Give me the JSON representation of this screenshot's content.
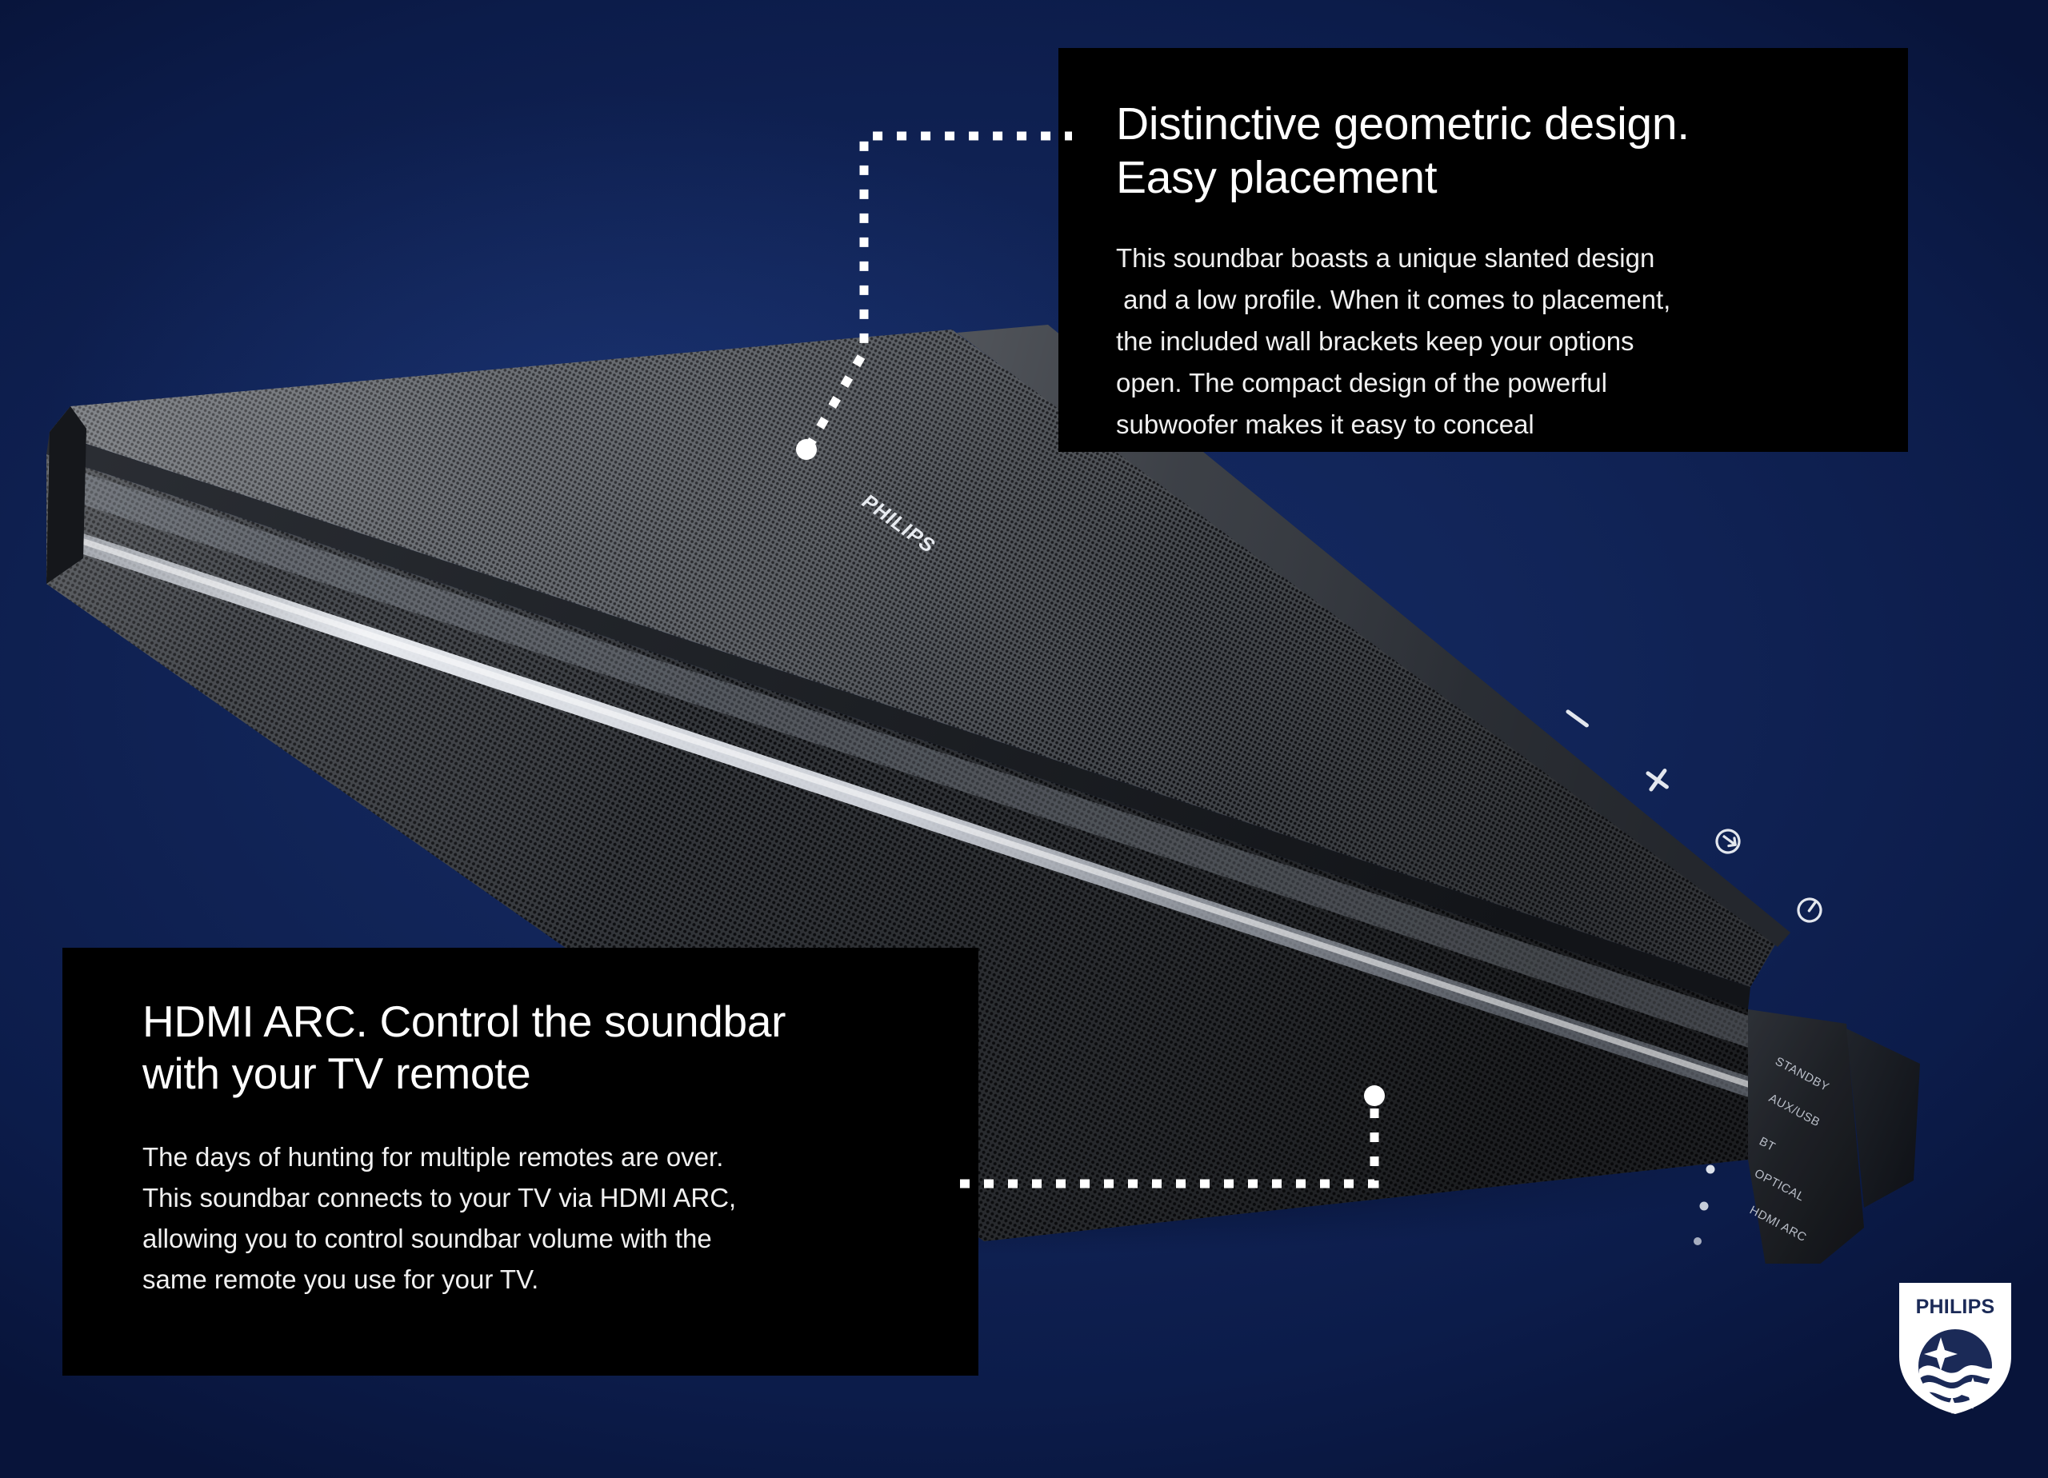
{
  "theme": {
    "background_navy": "#0e2055",
    "panel_black": "#000000",
    "text_white": "#ffffff",
    "leader_dot_white": "#ffffff",
    "logo_shield_white": "#ffffff",
    "logo_emblem_navy": "#1b2a57"
  },
  "callouts": [
    {
      "id": "design",
      "title_line_1": "Distinctive geometric design.",
      "title_line_2": "Easy placement",
      "body_lines": [
        "This soundbar boasts a unique slanted design",
        " and a low profile. When it comes to placement,",
        "the included wall brackets keep your options",
        "open. The compact design of the powerful",
        "subwoofer makes it easy to conceal"
      ]
    },
    {
      "id": "hdmi",
      "title_line_1": "HDMI ARC. Control the soundbar",
      "title_line_2": "with your TV remote",
      "body_lines": [
        "The days of hunting for multiple remotes are over.",
        "This soundbar connects to your TV via HDMI ARC,",
        "allowing you to control soundbar volume with the",
        "same remote you use for your TV."
      ]
    }
  ],
  "product": {
    "brand_wordmark": "PHILIPS",
    "top_controls": [
      {
        "name": "volume-down",
        "glyph": "−"
      },
      {
        "name": "volume-up",
        "glyph": "+"
      },
      {
        "name": "source",
        "glyph": "↪"
      },
      {
        "name": "power",
        "glyph": "⏻"
      }
    ],
    "endcap_labels": [
      "STANDBY",
      "AUX/USB",
      "BT",
      "OPTICAL",
      "HDMI ARC"
    ]
  },
  "brand_logo": {
    "wordmark": "PHILIPS"
  }
}
